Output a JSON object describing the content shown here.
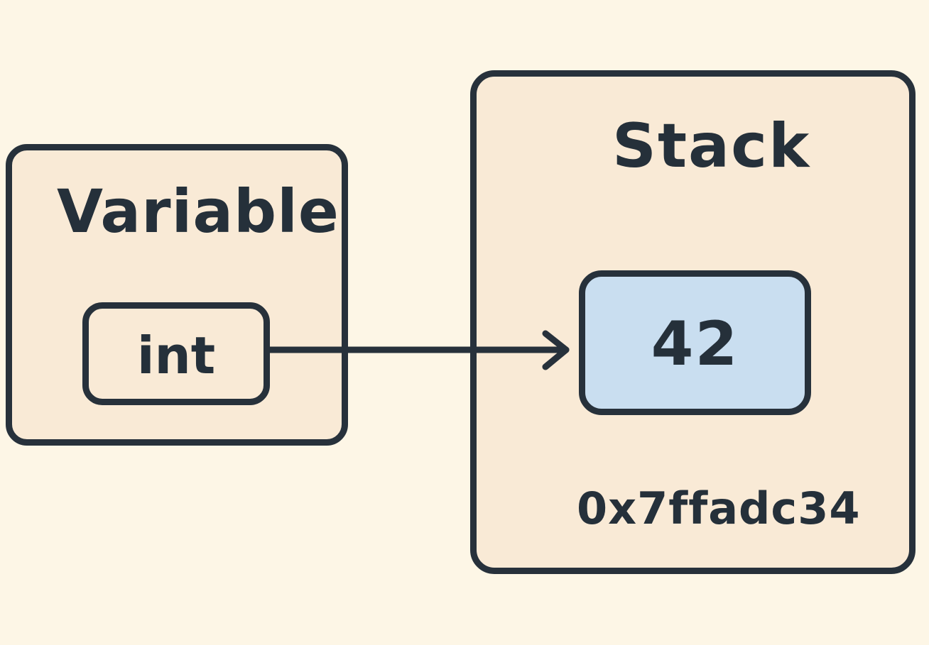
{
  "variable": {
    "title": "Variable",
    "type_label": "int"
  },
  "stack": {
    "title": "Stack",
    "value": "42",
    "address": "0x7ffadc34"
  },
  "colors": {
    "background": "#fdf6e6",
    "box_fill": "#f9ead6",
    "value_fill": "#c9def0",
    "stroke": "#27313b"
  },
  "arrow": {
    "from": "int",
    "to": "42"
  }
}
